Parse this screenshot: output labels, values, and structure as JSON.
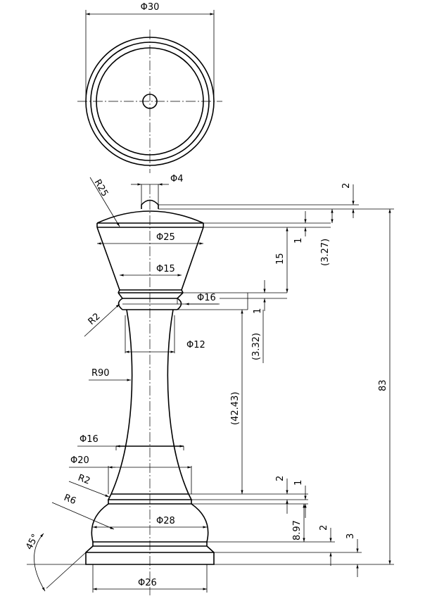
{
  "drawing": {
    "top_view": {
      "diameter_label": "Φ30"
    },
    "dimensions": {
      "pin_diameter": "Φ4",
      "crown_radius": "R25",
      "cap_diameter": "Φ25",
      "cup_lower_diameter": "Φ15",
      "collar_diameter": "Φ16",
      "collar_radius": "R2",
      "neck_diameter": "Φ12",
      "stem_radius": "R90",
      "lower_collar_diameter": "Φ16",
      "lower_ring_diameter": "Φ20",
      "lower_ring_radius": "R2",
      "base_radius": "R6",
      "base_diameter": "Φ28",
      "foot_diameter": "Φ26",
      "chamfer_angle": "45°",
      "pin_height": "2",
      "cap_step": "1",
      "cap_ref": "(3.27)",
      "cup_height": "15",
      "collar_step": "1",
      "collar_ref": "(3.32)",
      "stem_ref": "(42.43)",
      "overall_height": "83",
      "lower_collar_height": "2",
      "lower_ring_step": "1",
      "base_height": "8.97",
      "foot_step": "2",
      "foot_height": "3"
    }
  }
}
